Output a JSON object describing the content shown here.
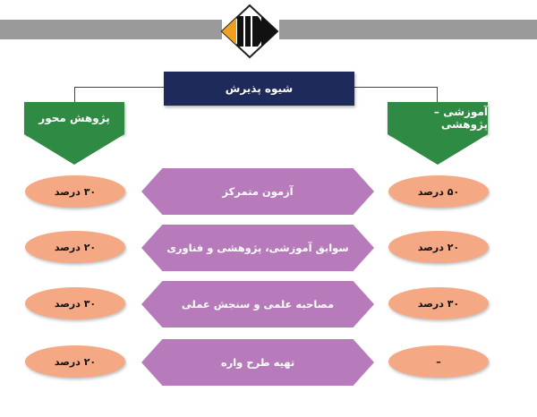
{
  "title": "شیوه پذیرش",
  "columns": {
    "left": "پژوهش محور",
    "right": "آموزشی – پژوهشی"
  },
  "rows": [
    {
      "criterion": "آزمون متمرکز",
      "left": "۳۰ درصد",
      "right": "۵۰ درصد"
    },
    {
      "criterion": "سوابق آموزشی، پژوهشی و فناوری",
      "left": "۲۰ درصد",
      "right": "۲۰ درصد"
    },
    {
      "criterion": "مصاحبه علمی و سنجش عملی",
      "left": "۳۰ درصد",
      "right": "۳۰ درصد"
    },
    {
      "criterion": "تهیه طرح واره",
      "left": "۲۰ درصد",
      "right": "–"
    }
  ],
  "colors": {
    "title_bg": "#1e2a5a",
    "column_header_bg": "#2f8a43",
    "criterion_bg": "#b77bbb",
    "percent_oval_bg": "#f4a883",
    "header_bar": "#9a9a9a"
  },
  "icons": {
    "logo": "logo-icon"
  }
}
